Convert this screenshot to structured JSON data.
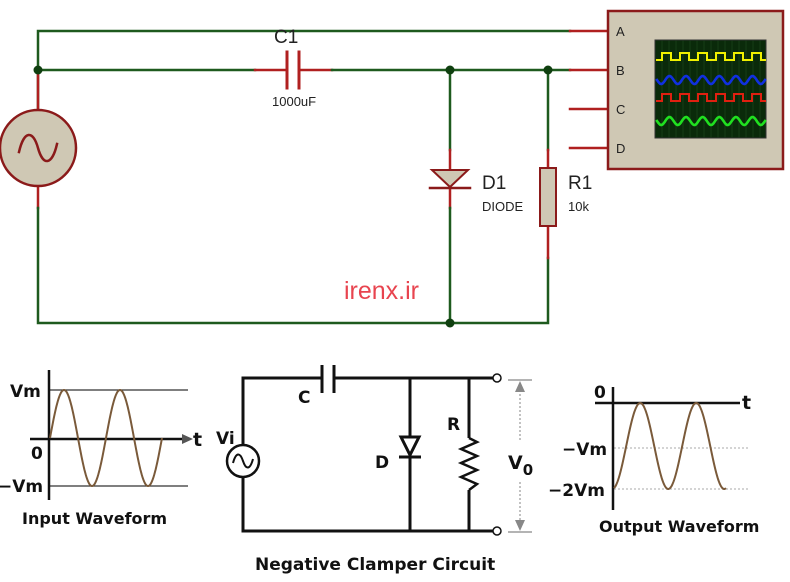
{
  "simulation": {
    "capacitor": {
      "ref": "C1",
      "value": "1000uF"
    },
    "diode": {
      "ref": "D1",
      "value": "DIODE"
    },
    "resistor": {
      "ref": "R1",
      "value": "10k"
    },
    "source": {
      "icon": "ac-source-icon"
    },
    "oscilloscope": {
      "channels": [
        "A",
        "B",
        "C",
        "D"
      ],
      "traces": [
        {
          "channel": "A",
          "shape": "square",
          "color": "#f0f000"
        },
        {
          "channel": "B",
          "shape": "sine",
          "color": "#1030e0"
        },
        {
          "channel": "C",
          "shape": "square",
          "color": "#e02010"
        },
        {
          "channel": "D",
          "shape": "sine",
          "color": "#20e020"
        }
      ]
    },
    "colors": {
      "wire": "#1e5a1e",
      "pin": "#b02020",
      "component_fill": "#cfc8b4",
      "component_stroke": "#8b1a1a",
      "scope_screen": "#0a2a0a"
    }
  },
  "watermark": "irenx.ir",
  "input_waveform": {
    "title": "Input Waveform",
    "labels": {
      "top": "Vm",
      "zero": "0",
      "bottom": "−Vm",
      "t": "t"
    },
    "min": -1,
    "max": 1,
    "cycles": 2
  },
  "schematic": {
    "title": "Negative Clamper Circuit",
    "labels": {
      "capacitor": "C",
      "source": "Vi",
      "diode": "D",
      "resistor": "R",
      "output": "V",
      "output_sub": "0"
    }
  },
  "output_waveform": {
    "title": "Output Waveform",
    "labels": {
      "zero": "0",
      "t": "t",
      "mid": "−Vm",
      "bottom": "−2Vm"
    },
    "min": -2,
    "max": 0,
    "cycles": 2
  }
}
